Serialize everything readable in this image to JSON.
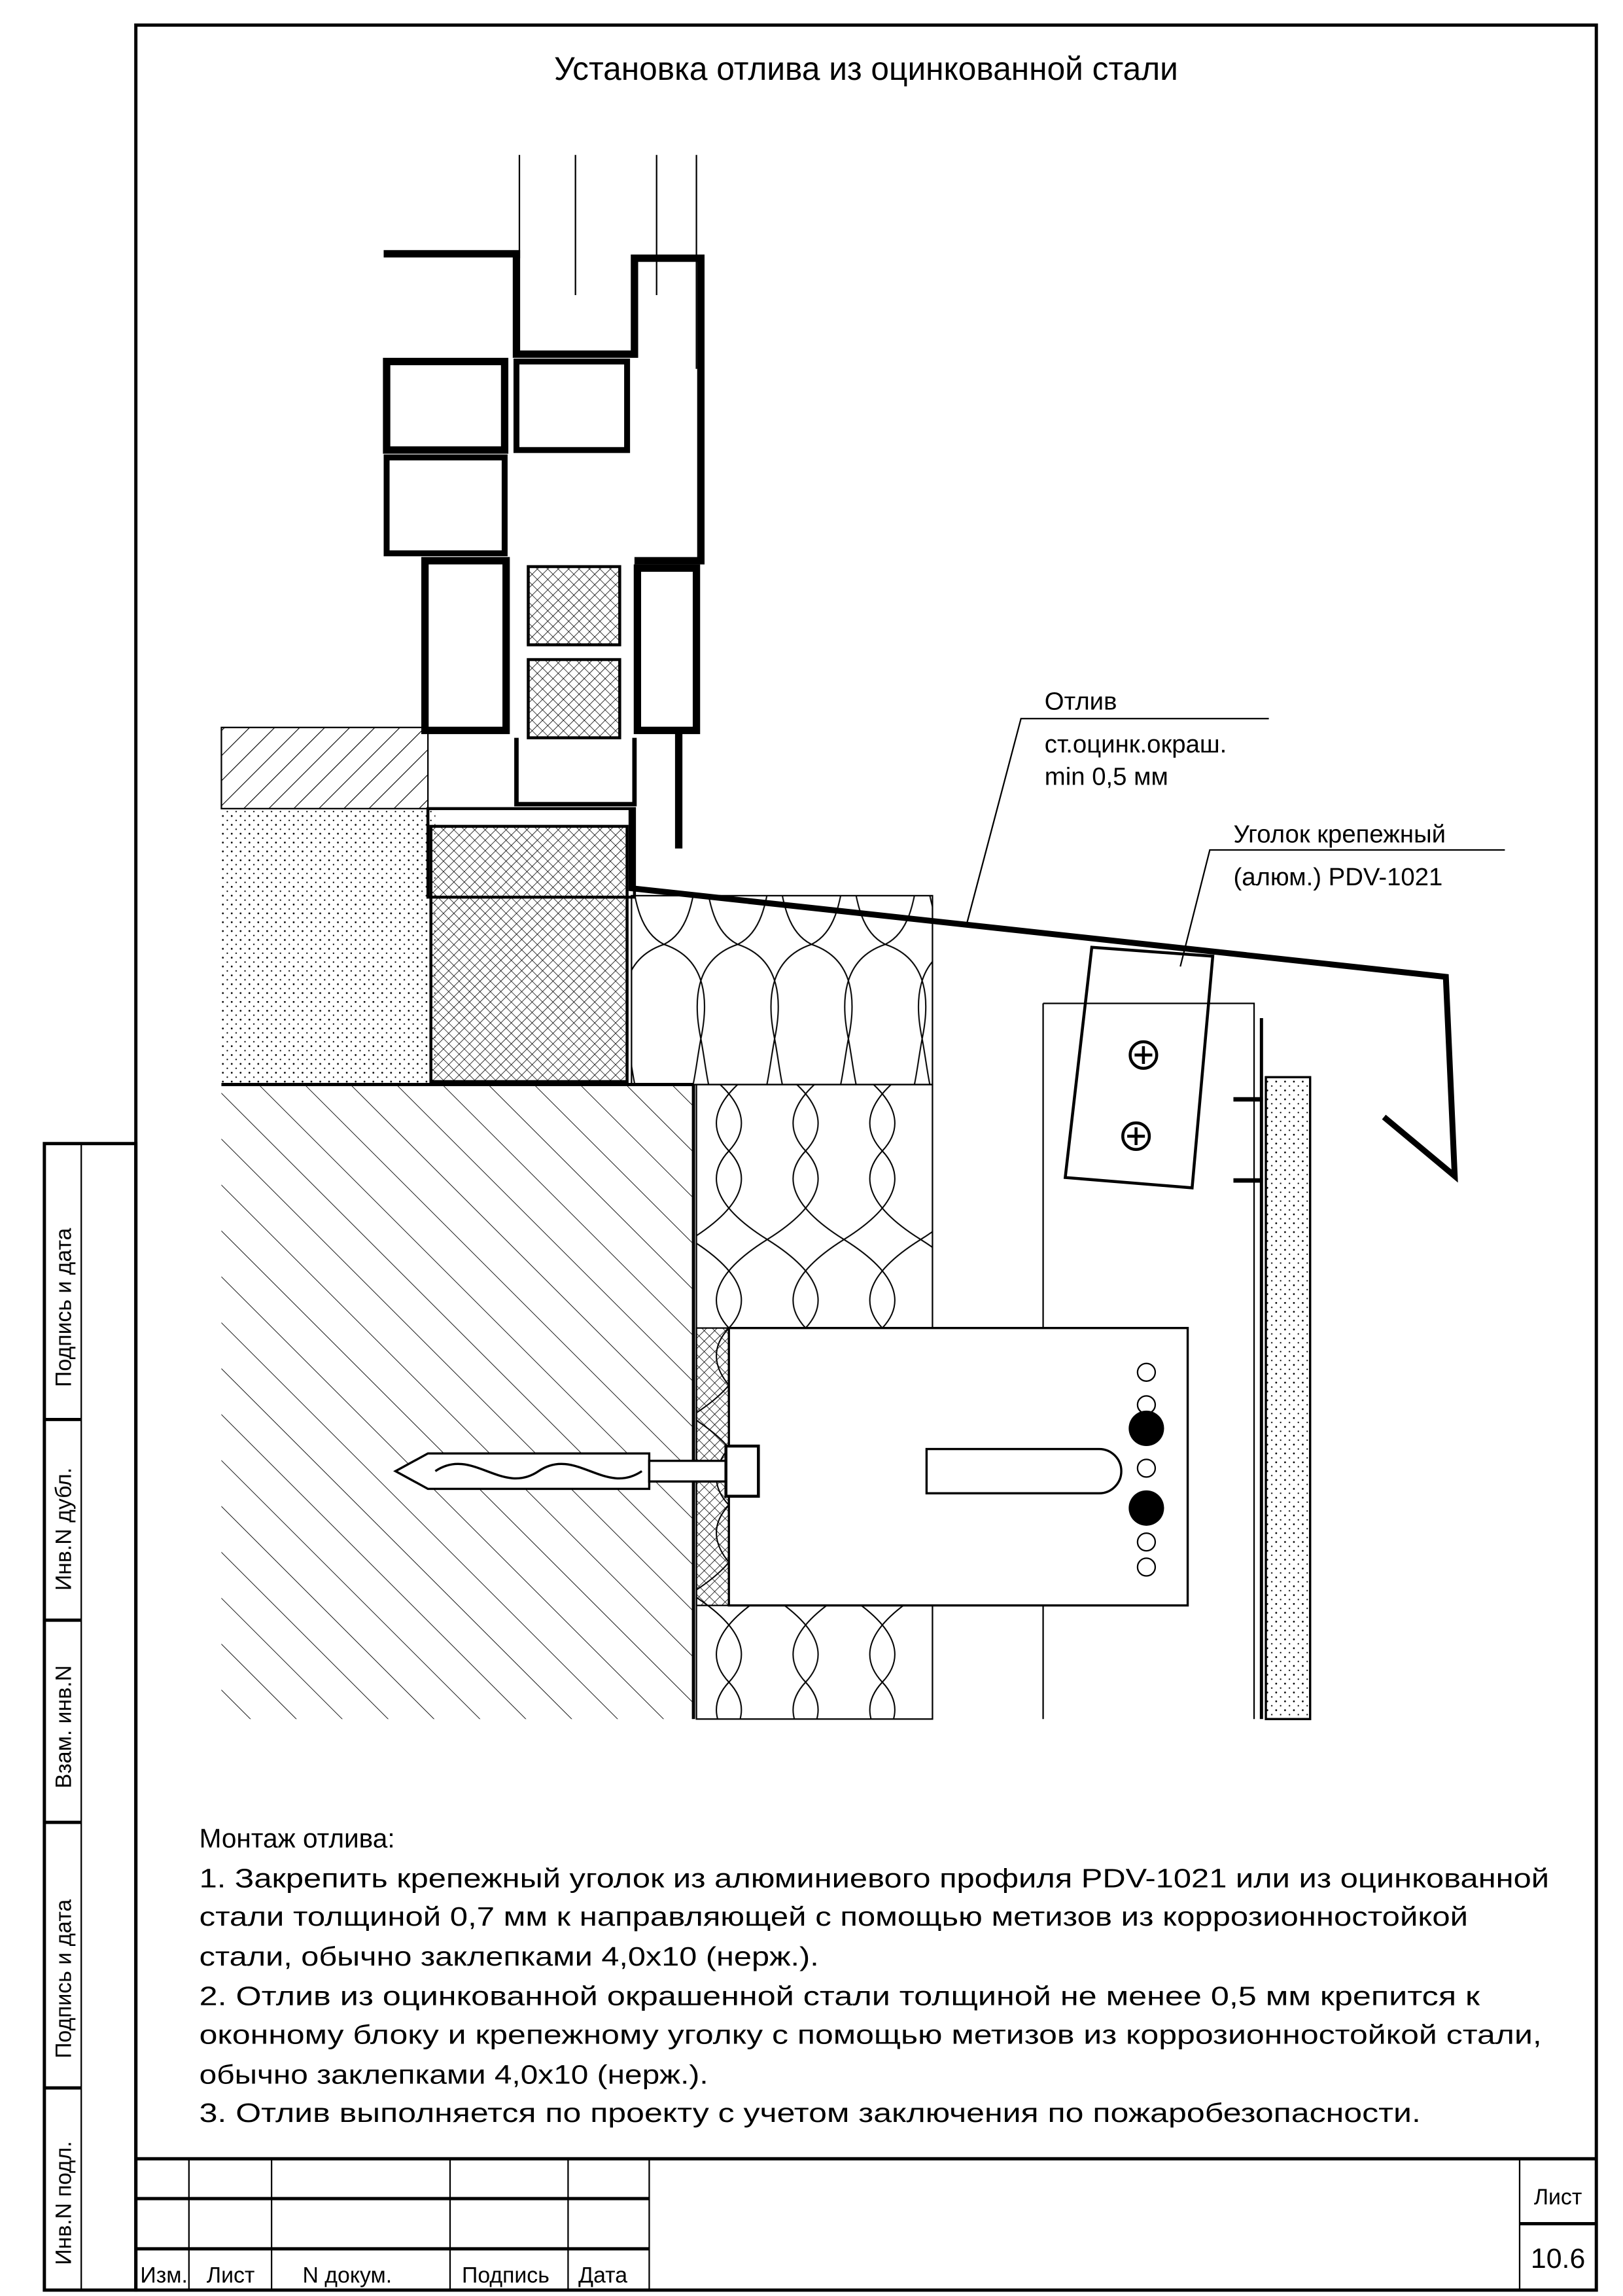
{
  "sheet": {
    "title": "Установка отлива из оцинкованной стали"
  },
  "callouts": {
    "flashing": {
      "title": "Отлив",
      "line1": "ст.оцинк.окраш.",
      "line2": "min 0,5 мм"
    },
    "bracket": {
      "title": "Уголок крепежный",
      "line1": "(алюм.) PDV-1021"
    }
  },
  "notes": {
    "heading": "Монтаж отлива:",
    "lines": [
      "1. Закрепить крепежный уголок из алюминиевого профиля PDV-1021 или из оцинкованной",
      "стали толщиной 0,7 мм к направляющей с помощью метизов из коррозионностойкой",
      "стали, обычно заклепками 4,0х10 (нерж.).",
      "2. Отлив из оцинкованной окрашенной стали толщиной не менее 0,5 мм крепится к",
      "оконному блоку и крепежному уголку с помощью метизов из коррозионностойкой стали,",
      "обычно заклепками 4,0х10 (нерж.).",
      "3. Отлив выполняется по проекту с учетом заключения по пожаробезопасности."
    ]
  },
  "title_block": {
    "columns": [
      "Изм.",
      "Лист",
      "N докум.",
      "Подпись",
      "Дата"
    ],
    "sheet_label": "Лист",
    "sheet_number": "10.6"
  },
  "side_stamp": [
    "Подпись и дата",
    "Инв.N дубл.",
    "Взам. инв.N",
    "Подпись и дата",
    "Инв.N подл."
  ]
}
